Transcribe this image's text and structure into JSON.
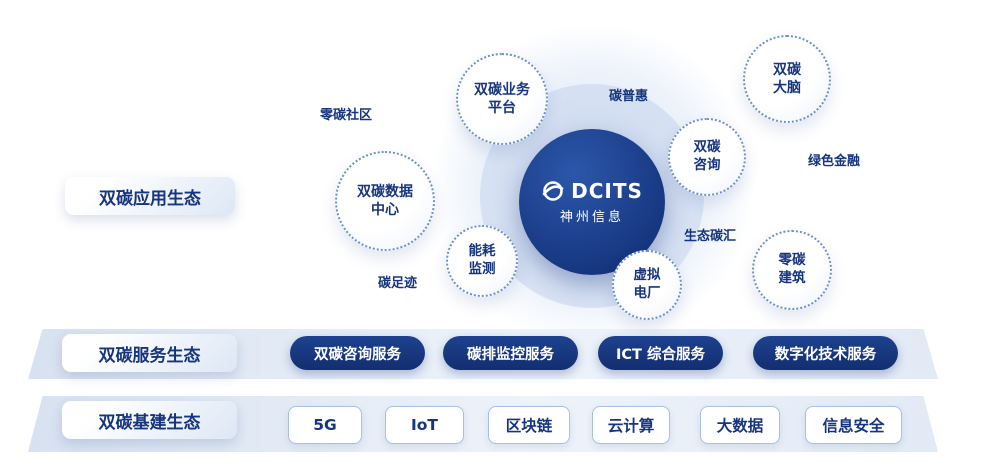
{
  "center": {
    "brand": "DCITS",
    "brand_cn": "神州信息"
  },
  "rows": {
    "application": {
      "label": "双碳应用生态"
    },
    "service": {
      "label": "双碳服务生态",
      "pills": [
        {
          "label": "双碳咨询服务"
        },
        {
          "label": "碳排监控服务"
        },
        {
          "label": "ICT 综合服务"
        },
        {
          "label": "数字化技术服务"
        }
      ]
    },
    "infrastructure": {
      "label": "双碳基建生态",
      "pills": [
        {
          "label": "5G"
        },
        {
          "label": "IoT"
        },
        {
          "label": "区块链"
        },
        {
          "label": "云计算"
        },
        {
          "label": "大数据"
        },
        {
          "label": "信息安全"
        }
      ]
    }
  },
  "bubbles": [
    {
      "text": "双碳业务\n平台"
    },
    {
      "text": "双碳\n大脑"
    },
    {
      "text": "双碳数据\n中心"
    },
    {
      "text": "双碳\n咨询"
    },
    {
      "text": "能耗\n监测"
    },
    {
      "text": "虚拟\n电厂"
    },
    {
      "text": "零碳\n建筑"
    }
  ],
  "floating_labels": [
    {
      "text": "零碳社区"
    },
    {
      "text": "碳普惠"
    },
    {
      "text": "绿色金融"
    },
    {
      "text": "生态碳汇"
    },
    {
      "text": "碳足迹"
    }
  ],
  "colors": {
    "navy": "#16357e",
    "band": "#dfe8f5"
  }
}
